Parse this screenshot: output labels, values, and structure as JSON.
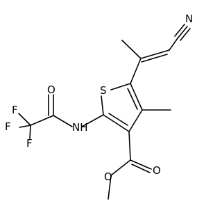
{
  "structure": {
    "atoms": {
      "nitrogen_nitrile": "N",
      "sulfur_ring": "S",
      "oxygen_carbonyl_amide": "O",
      "nitrogen_amide": "NH",
      "fluorine_1": "F",
      "fluorine_2": "F",
      "fluorine_3": "F",
      "oxygen_carbonyl_ester": "O",
      "oxygen_ester": "O"
    }
  },
  "colors": {
    "ink": "#000000",
    "background": "#ffffff"
  }
}
